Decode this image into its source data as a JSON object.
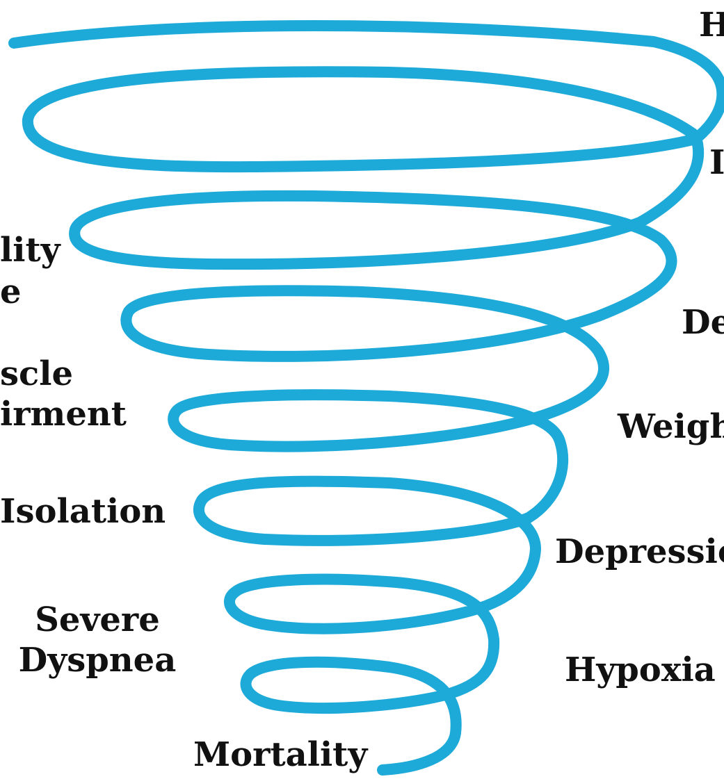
{
  "diagram": {
    "spiral_color": "#1eaad8",
    "label_color": "#111111",
    "labels": {
      "right_1": "H",
      "right_2": "I",
      "right_3": "De",
      "right_4": "Weigh",
      "right_5": "Depressio",
      "right_6": "Hypoxia",
      "left_1_line1": "lity",
      "left_1_line2": "e",
      "left_2_line1": "scle",
      "left_2_line2": "irment",
      "left_3": "Isolation",
      "left_4_line1": "Severe",
      "left_4_line2": "Dyspnea",
      "bottom": "Mortality"
    }
  }
}
